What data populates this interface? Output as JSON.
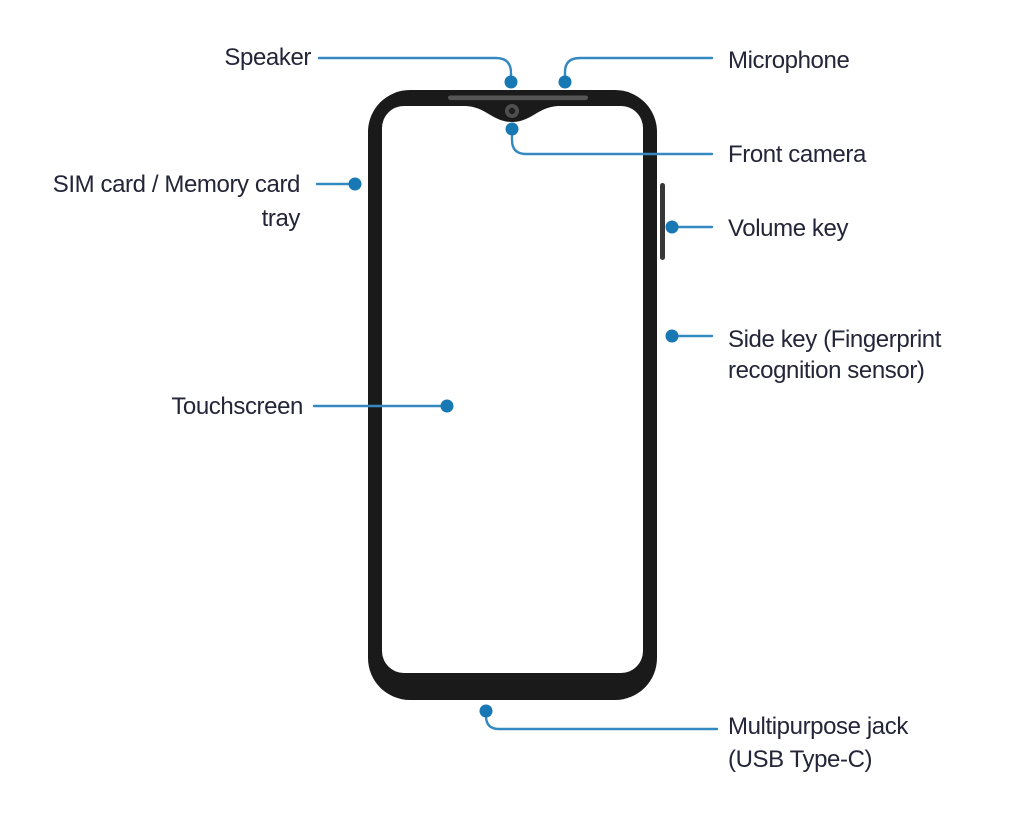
{
  "colors": {
    "background": "#ffffff",
    "accent_dot": "#1878b4",
    "leader_line": "#3489c0",
    "phone_body": "#1a1a1a",
    "label_text": "#232538",
    "speaker_slit": "#555555",
    "volume_key": "#383838",
    "camera_ring": "#4f4f4f",
    "camera_core": "#1f1f1f"
  },
  "callouts": {
    "speaker": {
      "label": "Speaker"
    },
    "microphone": {
      "label": "Microphone"
    },
    "front_camera": {
      "label": "Front camera"
    },
    "sim_tray": {
      "line1": "SIM card / Memory card",
      "line2": "tray"
    },
    "volume_key": {
      "label": "Volume key"
    },
    "side_key": {
      "line1": "Side key (Fingerprint",
      "line2": "recognition sensor)"
    },
    "touchscreen": {
      "label": "Touchscreen"
    },
    "multipurpose_jack": {
      "line1": "Multipurpose jack",
      "line2": "(USB Type-C)"
    }
  }
}
